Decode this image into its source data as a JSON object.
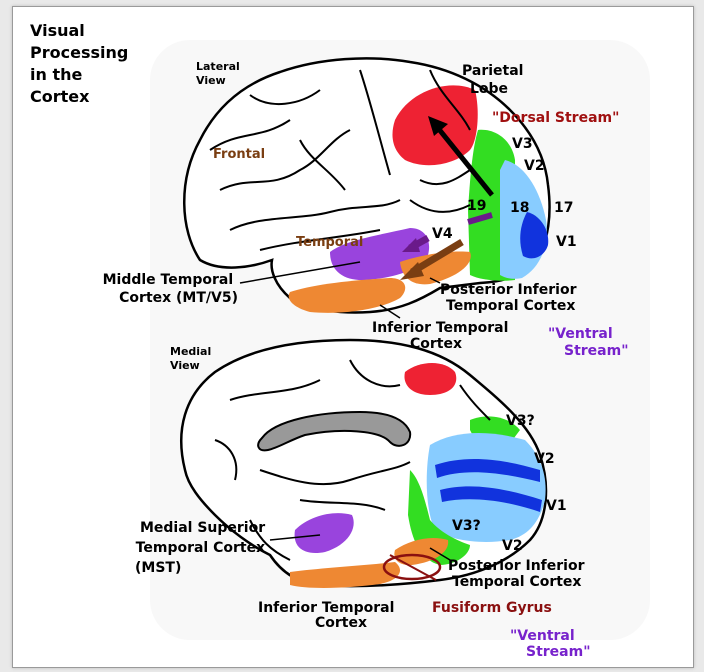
{
  "title": "Visual\nProcessing\nin the\nCortex",
  "title_lines": [
    "Visual",
    "Processing",
    "in the",
    "Cortex"
  ],
  "lateral": {
    "view_lines": [
      "Lateral",
      "View"
    ],
    "frontal": "Frontal",
    "temporal": "Temporal",
    "parietal_lines": [
      "Parietal",
      "Lobe"
    ],
    "dorsal_stream": "\"Dorsal Stream\"",
    "v3": "V3",
    "v2": "V2",
    "n19": "19",
    "n18": "18",
    "n17": "17",
    "v1": "V1",
    "v4": "V4",
    "mt_lines": [
      "Middle Temporal",
      "Cortex (MT/V5)"
    ],
    "pit_lines": [
      "Posterior Inferior",
      "Temporal Cortex"
    ],
    "it_lines": [
      "Inferior Temporal",
      "Cortex"
    ],
    "ventral_lines": [
      "\"Ventral",
      "Stream\""
    ]
  },
  "medial": {
    "view_lines": [
      "Medial",
      "View"
    ],
    "v3q_top": "V3?",
    "v2_top": "V2",
    "v1": "V1",
    "v3q_bottom": "V3?",
    "v2_bottom": "V2",
    "mst_lines": [
      "Medial Superior",
      "Temporal Cortex",
      "(MST)"
    ],
    "pit_lines": [
      "Posterior Inferior",
      "Temporal Cortex"
    ],
    "it_lines": [
      "Inferior Temporal",
      "Cortex"
    ],
    "fusiform": "Fusiform Gyrus",
    "ventral_lines": [
      "\"Ventral",
      "Stream\""
    ]
  },
  "colors": {
    "parietal": "#ee2233",
    "v3": "#33dd22",
    "v2": "#88ccff",
    "v1": "#1133dd",
    "mt": "#9944dd",
    "it": "#ee8833",
    "dorsal_text": "#a01010",
    "ventral_text": "#7722cc",
    "brown_text": "#7a3e12"
  }
}
